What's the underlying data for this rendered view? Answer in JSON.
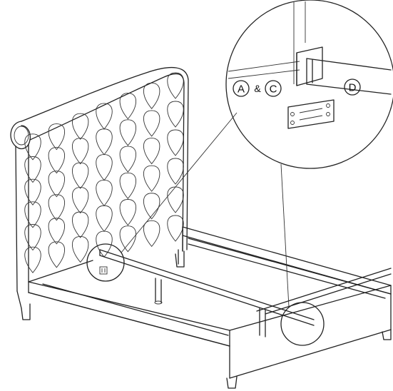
{
  "labels": {
    "part_a": "A",
    "ampersand": "&",
    "part_c": "C",
    "part_d": "D"
  }
}
